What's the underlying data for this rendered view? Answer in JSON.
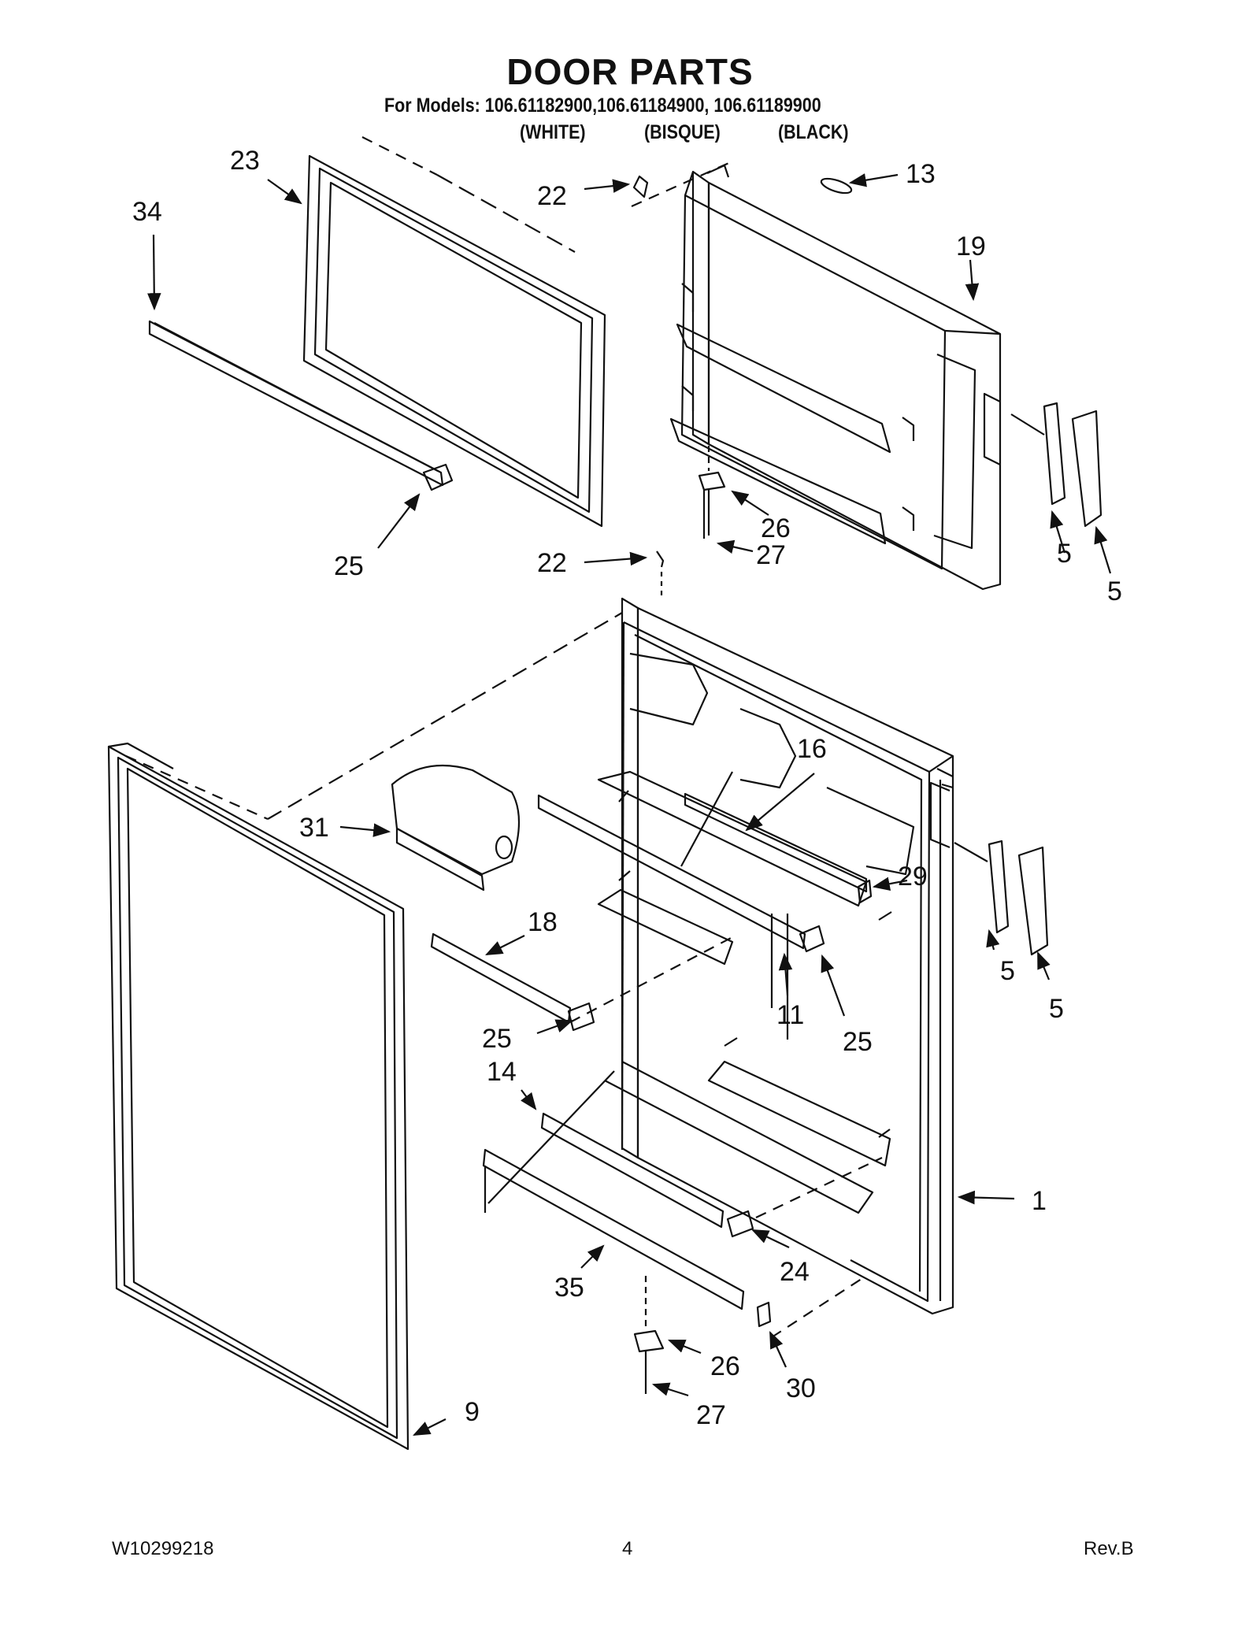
{
  "page": {
    "title": "DOOR PARTS",
    "models_line": "For Models: 106.61182900,106.61184900, 106.61189900",
    "colors": [
      "(WHITE)",
      "(BISQUE)",
      "(BLACK)"
    ]
  },
  "callouts": [
    "23",
    "34",
    "22",
    "13",
    "19",
    "25",
    "26",
    "27",
    "22",
    "5",
    "5",
    "16",
    "31",
    "29",
    "18",
    "11",
    "25",
    "5",
    "5",
    "25",
    "14",
    "1",
    "24",
    "35",
    "26",
    "30",
    "9",
    "27"
  ],
  "footer": {
    "doc_number": "W10299218",
    "page_number": "4",
    "revision": "Rev.B"
  }
}
